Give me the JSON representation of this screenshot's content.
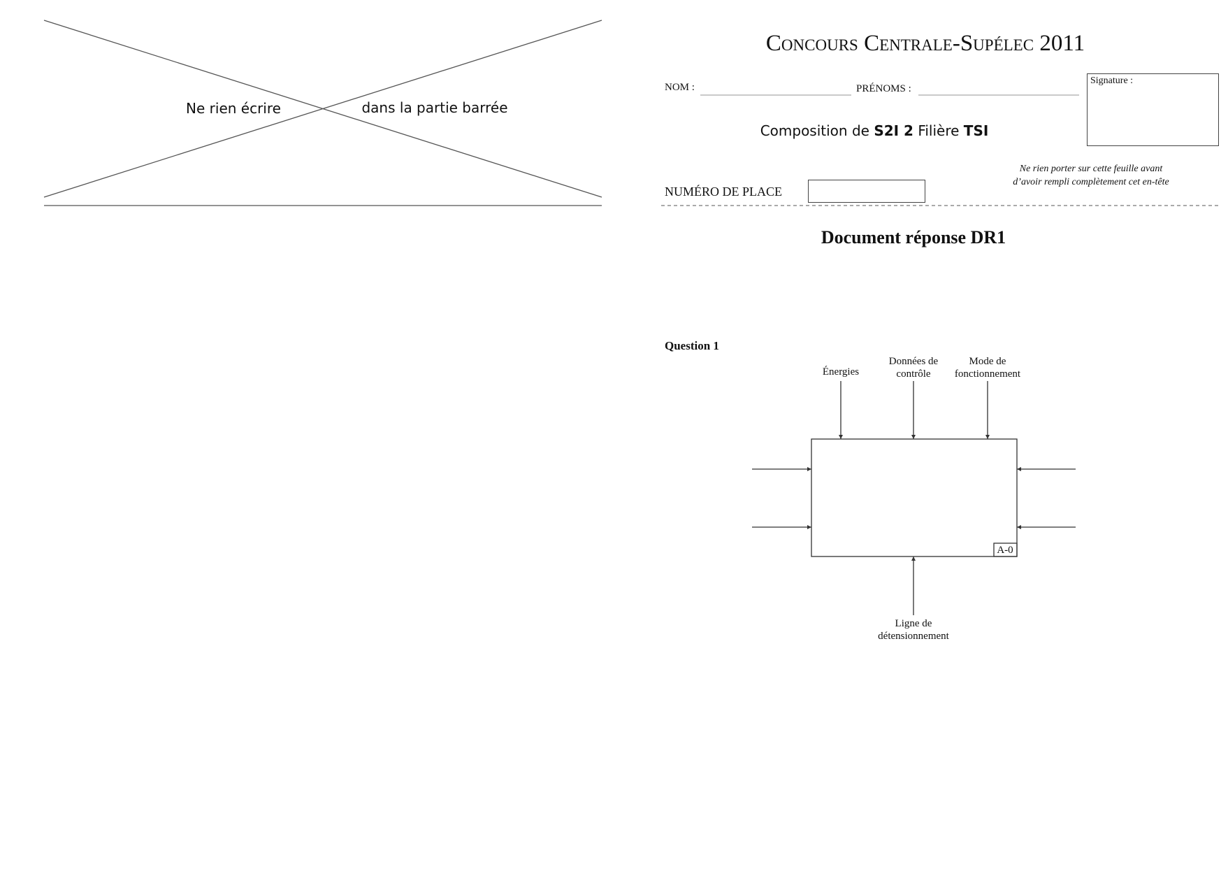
{
  "crossed_zone": {
    "left_text": "Ne rien écrire",
    "right_text": "dans la partie barrée"
  },
  "header": {
    "title": "Concours Centrale-Supélec 2011",
    "nom_label": "NOM :",
    "prenoms_label": "PRÉNOMS :",
    "signature_label": "Signature :",
    "composition_prefix": "Composition de",
    "subject": "S2I 2",
    "filiere_label": "Filière",
    "filiere": "TSI",
    "notice_line1": "Ne rien porter sur cette feuille avant",
    "notice_line2": "d’avoir rempli complètement cet en-tête",
    "place_label": "NUMÉRO DE PLACE"
  },
  "document_title": "Document réponse DR1",
  "question": {
    "label": "Question 1",
    "diagram": {
      "box_label": "A-0",
      "top_inputs": [
        {
          "line1": "Énergies",
          "line2": ""
        },
        {
          "line1": "Données de",
          "line2": "contrôle"
        },
        {
          "line1": "Mode de",
          "line2": "fonctionnement"
        }
      ],
      "bottom_input": {
        "line1": "Ligne de",
        "line2": "détensionnement"
      }
    }
  }
}
